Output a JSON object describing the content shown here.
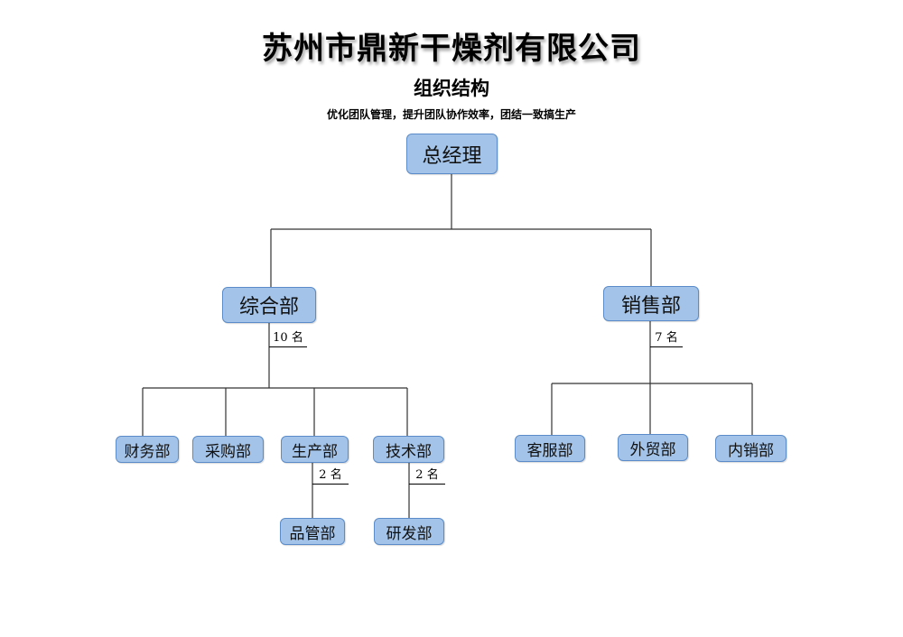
{
  "company": "苏州市鼎新干燥剂有限公司",
  "subtitle": "组织结构",
  "slogan": "优化团队管理，提升团队协作效率，团结一致搞生产",
  "nodes": {
    "gm": "总经理",
    "general": "综合部",
    "sales": "销售部",
    "finance": "财务部",
    "purchasing": "采购部",
    "production": "生产部",
    "technology": "技术部",
    "customer_service": "客服部",
    "foreign_trade": "外贸部",
    "domestic_sales": "内销部",
    "quality": "品管部",
    "rnd": "研发部"
  },
  "counts": {
    "general": "10 名",
    "sales": "7 名",
    "production": "2 名",
    "technology": "2 名"
  },
  "colors": {
    "box_fill": "#a3c3e8",
    "box_border": "#5b8cc9",
    "line": "#333333"
  }
}
